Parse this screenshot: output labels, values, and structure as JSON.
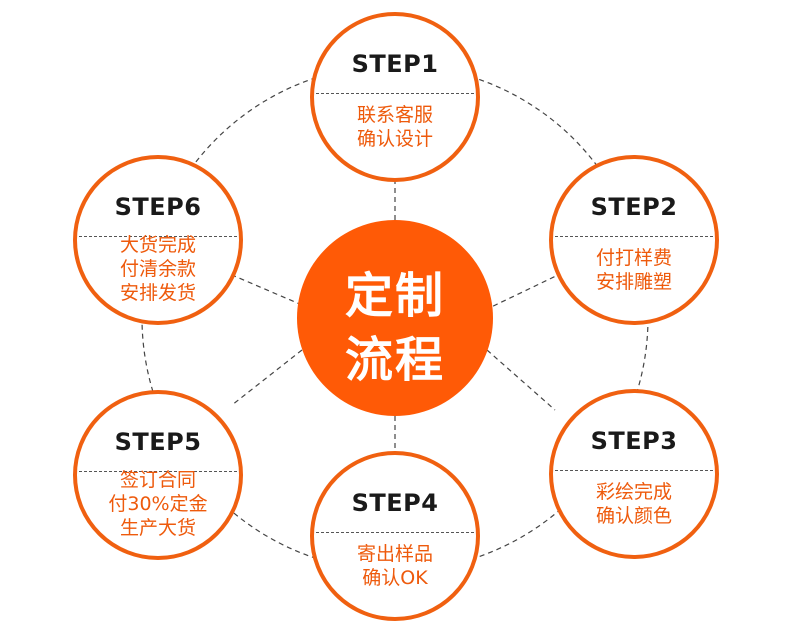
{
  "center": {
    "line1": "定制",
    "line2": "流程"
  },
  "steps": [
    {
      "title": "STEP1",
      "lines": [
        "联系客服",
        "确认设计"
      ]
    },
    {
      "title": "STEP2",
      "lines": [
        "付打样费",
        "安排雕塑"
      ]
    },
    {
      "title": "STEP3",
      "lines": [
        "彩绘完成",
        "确认颜色"
      ]
    },
    {
      "title": "STEP4",
      "lines": [
        "寄出样品",
        "确认OK"
      ]
    },
    {
      "title": "STEP5",
      "lines": [
        "签订合同",
        "付30%定金",
        "生产大货"
      ]
    },
    {
      "title": "STEP6",
      "lines": [
        "大货完成",
        "付清余款",
        "安排发货"
      ]
    }
  ],
  "colors": {
    "accent": "#f06010",
    "center_fill": "#ff5a06",
    "step_text": "#ee5a0c",
    "title_text": "#1a1a1a",
    "connector": "#444444"
  }
}
